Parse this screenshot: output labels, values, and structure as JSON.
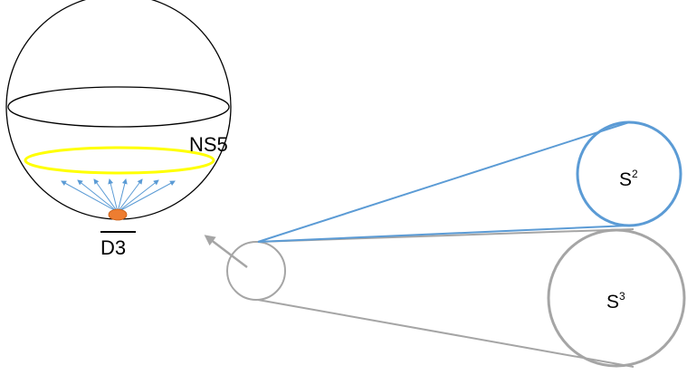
{
  "labels": {
    "ns5": "NS5",
    "d3": "D3",
    "s2_base": "S",
    "s2_exp": "2",
    "s3_base": "S",
    "s3_exp": "3"
  },
  "colors": {
    "outline": "#000000",
    "brane_ring": "#ffff00",
    "d3_dot": "#ed7d31",
    "flux_arrows": "#5b9bd5",
    "s2_cone": "#5b9bd5",
    "s3_cone": "#a5a5a5",
    "pointer_arrow": "#a5a5a5"
  },
  "icons": {
    "flux": "radial-arrow-fan-icon",
    "pointer": "arrow-up-left-icon"
  }
}
